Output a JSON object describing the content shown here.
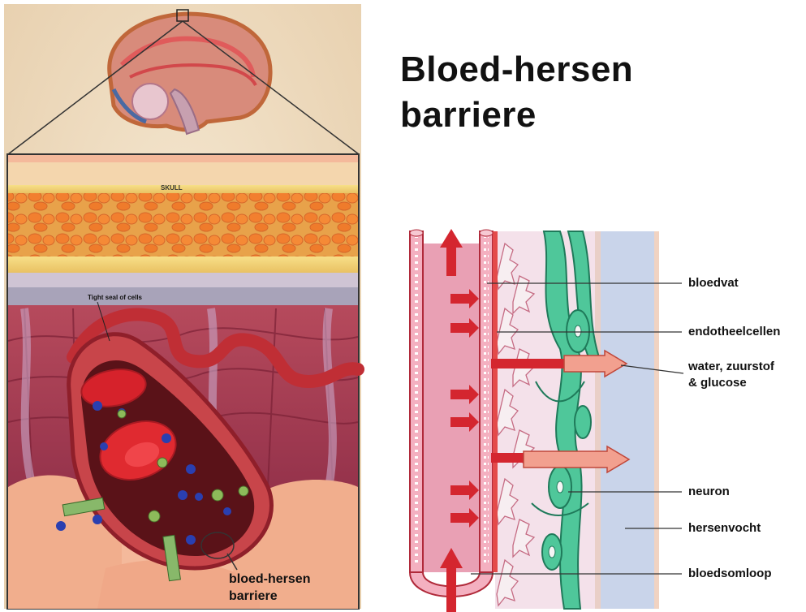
{
  "title_line1": "Bloed-hersen",
  "title_line2": "barriere",
  "left_illustration": {
    "skull_label": "SKULL",
    "tight_seal_label": "Tight seal of cells",
    "barrier_label_line1": "bloed-hersen",
    "barrier_label_line2": "barriere"
  },
  "right_diagram": {
    "labels": {
      "bloedvat": "bloedvat",
      "endotheelcellen": "endotheelcellen",
      "water_line1": "water, zuurstof",
      "water_line2": "& glucose",
      "neuron": "neuron",
      "hersenvocht": "hersenvocht",
      "bloedsomloop": "bloedsomloop"
    }
  },
  "colors": {
    "vessel_red": "#d8303a",
    "vessel_pink": "#e9a0b4",
    "neuron_green": "#4fc79a",
    "csf_blue": "#c9d4ea",
    "skull_orange": "#f0a04a",
    "tissue_peach": "#f3b597"
  }
}
